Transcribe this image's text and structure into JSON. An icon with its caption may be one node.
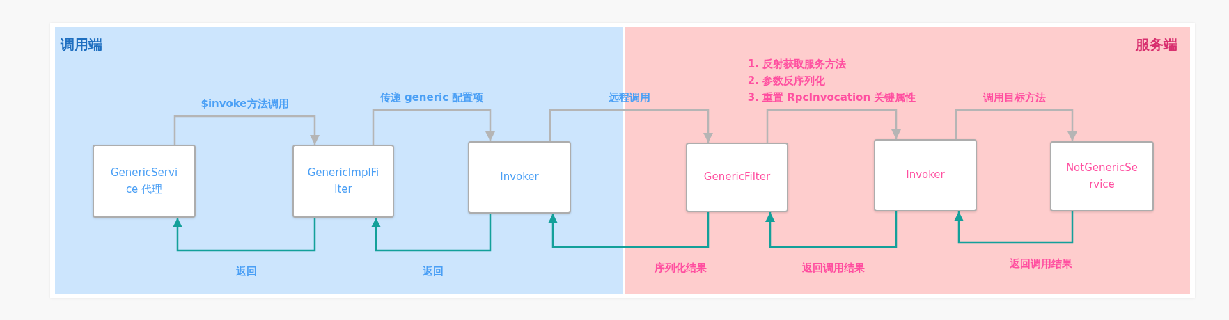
{
  "diagram": {
    "nodes": [
      {
        "text": [
          "调用端"
        ]
      },
      {
        "text": [
          "服务端"
        ]
      },
      {
        "text": [
          "GenericService 代理"
        ],
        "in": 0
      },
      {
        "text": [
          "GenericImplFilter"
        ],
        "in": 0
      },
      {
        "text": [
          "Invoker"
        ],
        "in": 0
      },
      {
        "text": [
          "GenericFilter"
        ],
        "in": 1
      },
      {
        "text": [
          "Invoker"
        ],
        "in": 1
      },
      {
        "text": [
          "NotGenericService"
        ],
        "in": 1
      }
    ],
    "edges": [
      {
        "from": 2,
        "to": 3,
        "arrow": "to",
        "label": "$invoke方法调用"
      },
      {
        "from": 3,
        "to": 4,
        "arrow": "to",
        "label": "传递 generic 配置项"
      },
      {
        "from": 4,
        "to": 5,
        "arrow": "to",
        "label": "远程调用"
      },
      {
        "from": 5,
        "to": 6,
        "arrow": "to",
        "label": "1. 反射获取服务方法 2. 参数反序列化 3. 重置 RpcInvocation 关键属性"
      },
      {
        "from": 6,
        "to": 7,
        "arrow": "to",
        "label": "调用目标方法"
      },
      {
        "from": 3,
        "to": 2,
        "arrow": "to",
        "label": "返回",
        "color": "#13a09a"
      },
      {
        "from": 4,
        "to": 3,
        "arrow": "to",
        "label": "返回",
        "color": "#13a09a"
      },
      {
        "from": 5,
        "to": 4,
        "arrow": "to",
        "label": "序列化结果",
        "color": "#13a09a"
      },
      {
        "from": 6,
        "to": 5,
        "arrow": "to",
        "label": "返回调用结果",
        "color": "#13a09a"
      },
      {
        "from": 7,
        "to": 6,
        "arrow": "to",
        "label": "返回调用结果",
        "color": "#13a09a"
      }
    ]
  }
}
